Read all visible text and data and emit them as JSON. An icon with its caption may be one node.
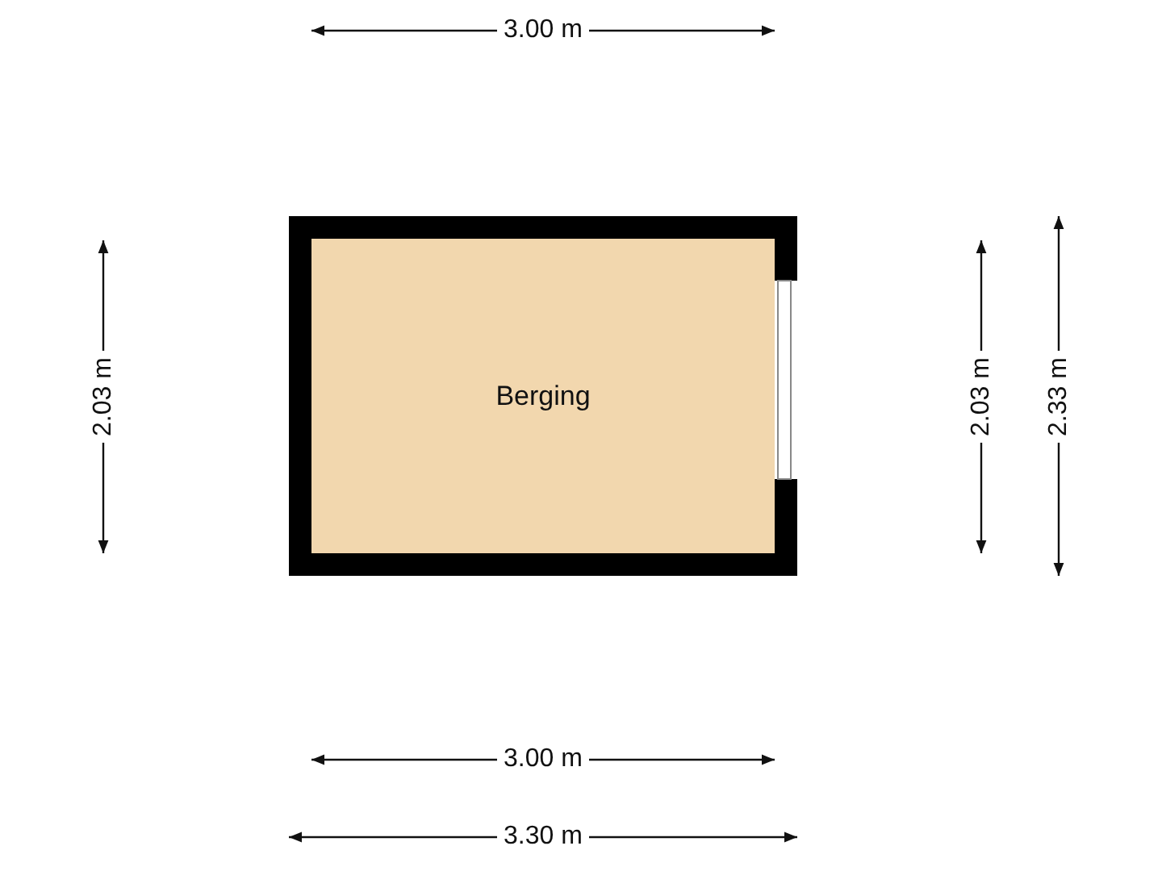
{
  "diagram": {
    "nodes": [
      {
        "text": [
          "Berging"
        ]
      }
    ],
    "labels": [
      "3.00 m",
      "2.03 m",
      "2.03 m",
      "2.33 m",
      "3.00 m",
      "3.30 m"
    ]
  }
}
